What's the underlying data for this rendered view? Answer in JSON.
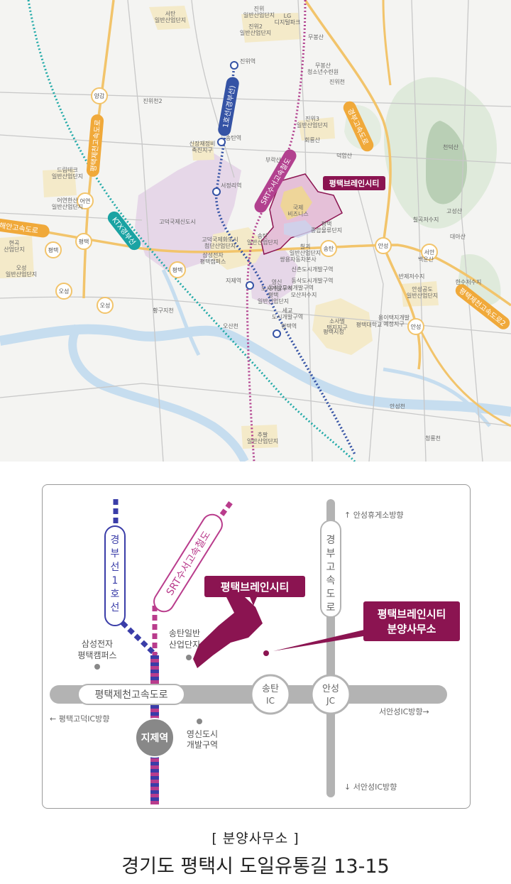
{
  "regional_map": {
    "highlight_label": "평택브레인시티",
    "rail_lines": [
      {
        "label": "1호선(경부선)",
        "color": "#3553a5"
      },
      {
        "label": "SRT수서고속철도",
        "color": "#b2418f"
      },
      {
        "label": "KTX경부선",
        "color": "#1aa3a3"
      }
    ],
    "expressways": [
      {
        "label": "경부고속도로"
      },
      {
        "label": "평택제천고속도로"
      },
      {
        "label": "평택제천고속도로2"
      },
      {
        "label": "서해안고속도로"
      }
    ],
    "stations": [
      "진위역",
      "송탄역",
      "서정리역",
      "지제역",
      "평택역"
    ],
    "ic_labels": [
      "양감IC",
      "어연IC",
      "평택IC",
      "평택IC2",
      "오성IC",
      "오성IC2",
      "안성IC",
      "송탄IC",
      "서안성IC",
      "평택고덕IC",
      "안성IC2"
    ],
    "place_labels": [
      "서탄 일반산업단지",
      "진위 일반산업단지",
      "진위2 일반산업단지",
      "LG 디지털파크",
      "무봉산",
      "무봉산 청소년수련원",
      "진위천",
      "진위3 일반산업단지",
      "회룡산",
      "덕암산",
      "부락산",
      "신장재정비 촉진지구",
      "드림테크 일반산업단지",
      "어연한산 일반산업단지",
      "현곡 산업단지",
      "오성 일반산업단지",
      "고덕국제신도시",
      "고덕국제화도시 첨단산업단지",
      "삼성전자 평택캠퍼스",
      "칠괴 일반산업단지",
      "쌍용자동차본사",
      "신촌도시개발구역",
      "동삭도시개발구역",
      "동삭2도시개발구역",
      "영신 도시개발구역",
      "평택 일반산업단지",
      "세교 도시개발구역",
      "모산저수지",
      "소사벌 택지지구",
      "평택대학교",
      "용이택지개발 예정지구",
      "평택시청",
      "칠곡저수지",
      "고성산",
      "대아산",
      "백운산",
      "반제저수지",
      "안성공도 일반산업단지",
      "안성천",
      "청룡천",
      "추팔 일반산업단지",
      "오산천",
      "천덕산",
      "황구지천",
      "평택 종합물류단지",
      "국제 비즈니스",
      "송탄 일반산업단지",
      "한수저수지",
      "진위천2"
    ]
  },
  "schematic": {
    "rails": {
      "line1": "경부선1호선",
      "srt": "SRT수서고속철도"
    },
    "expressway_v": "경부고속도로",
    "expressway_h": "평택제천고속도로",
    "ics": [
      {
        "name": "송탄",
        "sub": "IC"
      },
      {
        "name": "안성",
        "sub": "JC"
      }
    ],
    "station": "지제역",
    "callout_city": "평택브레인시티",
    "callout_office": [
      "평택브레인시티",
      "분양사무소"
    ],
    "places": {
      "samsung": [
        "삼성전자",
        "평택캠퍼스"
      ],
      "songtan": [
        "송탄일반",
        "산업단지"
      ],
      "youngsin": [
        "영신도시",
        "개발구역"
      ]
    },
    "directions": {
      "north": "↑ 안성휴게소방향",
      "west": "← 평택고덕IC방향",
      "east": "서안성IC방향→",
      "south": "↓ 서안성IC방향"
    }
  },
  "office": {
    "caption": "[ 분양사무소 ]",
    "address": "경기도 평택시 도일유통길 13-15"
  },
  "colors": {
    "brand": "#8b1451",
    "rail_line1": "#3a3da8",
    "rail_srt": "#b93c8c",
    "road": "#b3b3b3",
    "expressway_orange": "#f0b44c"
  }
}
